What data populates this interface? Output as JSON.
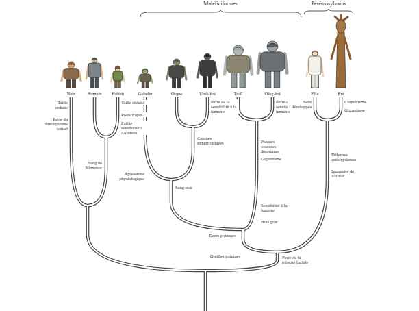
{
  "diagram": {
    "labels": [
      "Maléficiformes",
      "Pérémosylvains",
      "Nain",
      "Humain",
      "Hobbit",
      "Gobelin",
      "Orque",
      "Uruk-hai",
      "Troll",
      "Olog-hai",
      "Elfe",
      "Ent",
      "Taille réduite",
      "Perte du dimorphisme sexuel",
      "Taille réduite",
      "Pieds trapus",
      "Faible sensibilité à l'Anneau",
      "Sang de Númenor",
      "Perte de la sensibilité à la lumière",
      "Canines hypertrophiées",
      "Agressivité physiologique",
      "Sang noir",
      "Perte de la sensibilité à la lumière",
      "Plaques osseuses dermiques",
      "Gigantisme",
      "Sensibilité à la lumière",
      "Bras gras",
      "Dents pointues",
      "Oreilles pointues",
      "Perte de la pilosité faciale",
      "Sens développés",
      "Chimérisme",
      "Gigantisme",
      "Défenses antioxydantes",
      "Immunité de Valinor"
    ]
  }
}
